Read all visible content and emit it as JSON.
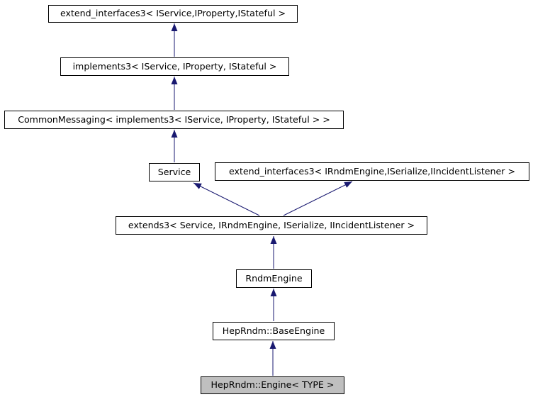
{
  "diagram": {
    "kind": "class-inheritance-graph",
    "colors": {
      "background": "#ffffff",
      "node_fill": "#ffffff",
      "current_node_fill": "#bfbfbf",
      "node_border": "#000000",
      "text": "#000000",
      "arrow": "#191970"
    },
    "nodes": [
      {
        "label": "extend_interfaces3< IService,IProperty,IStateful >",
        "current": false
      },
      {
        "label": "implements3< IService, IProperty, IStateful >",
        "current": false
      },
      {
        "label": "CommonMessaging< implements3< IService, IProperty, IStateful > >",
        "current": false
      },
      {
        "label": "Service",
        "current": false
      },
      {
        "label": "extend_interfaces3< IRndmEngine,ISerialize,IIncidentListener >",
        "current": false
      },
      {
        "label": "extends3< Service, IRndmEngine, ISerialize, IIncidentListener >",
        "current": false
      },
      {
        "label": "RndmEngine",
        "current": false
      },
      {
        "label": "HepRndm::BaseEngine",
        "current": false
      },
      {
        "label": "HepRndm::Engine< TYPE >",
        "current": true
      }
    ],
    "edges": [
      {
        "from_node": 1,
        "to_node": 0
      },
      {
        "from_node": 2,
        "to_node": 1
      },
      {
        "from_node": 3,
        "to_node": 2
      },
      {
        "from_node": 5,
        "to_node": 3
      },
      {
        "from_node": 5,
        "to_node": 4
      },
      {
        "from_node": 6,
        "to_node": 5
      },
      {
        "from_node": 7,
        "to_node": 6
      },
      {
        "from_node": 8,
        "to_node": 7
      }
    ]
  }
}
